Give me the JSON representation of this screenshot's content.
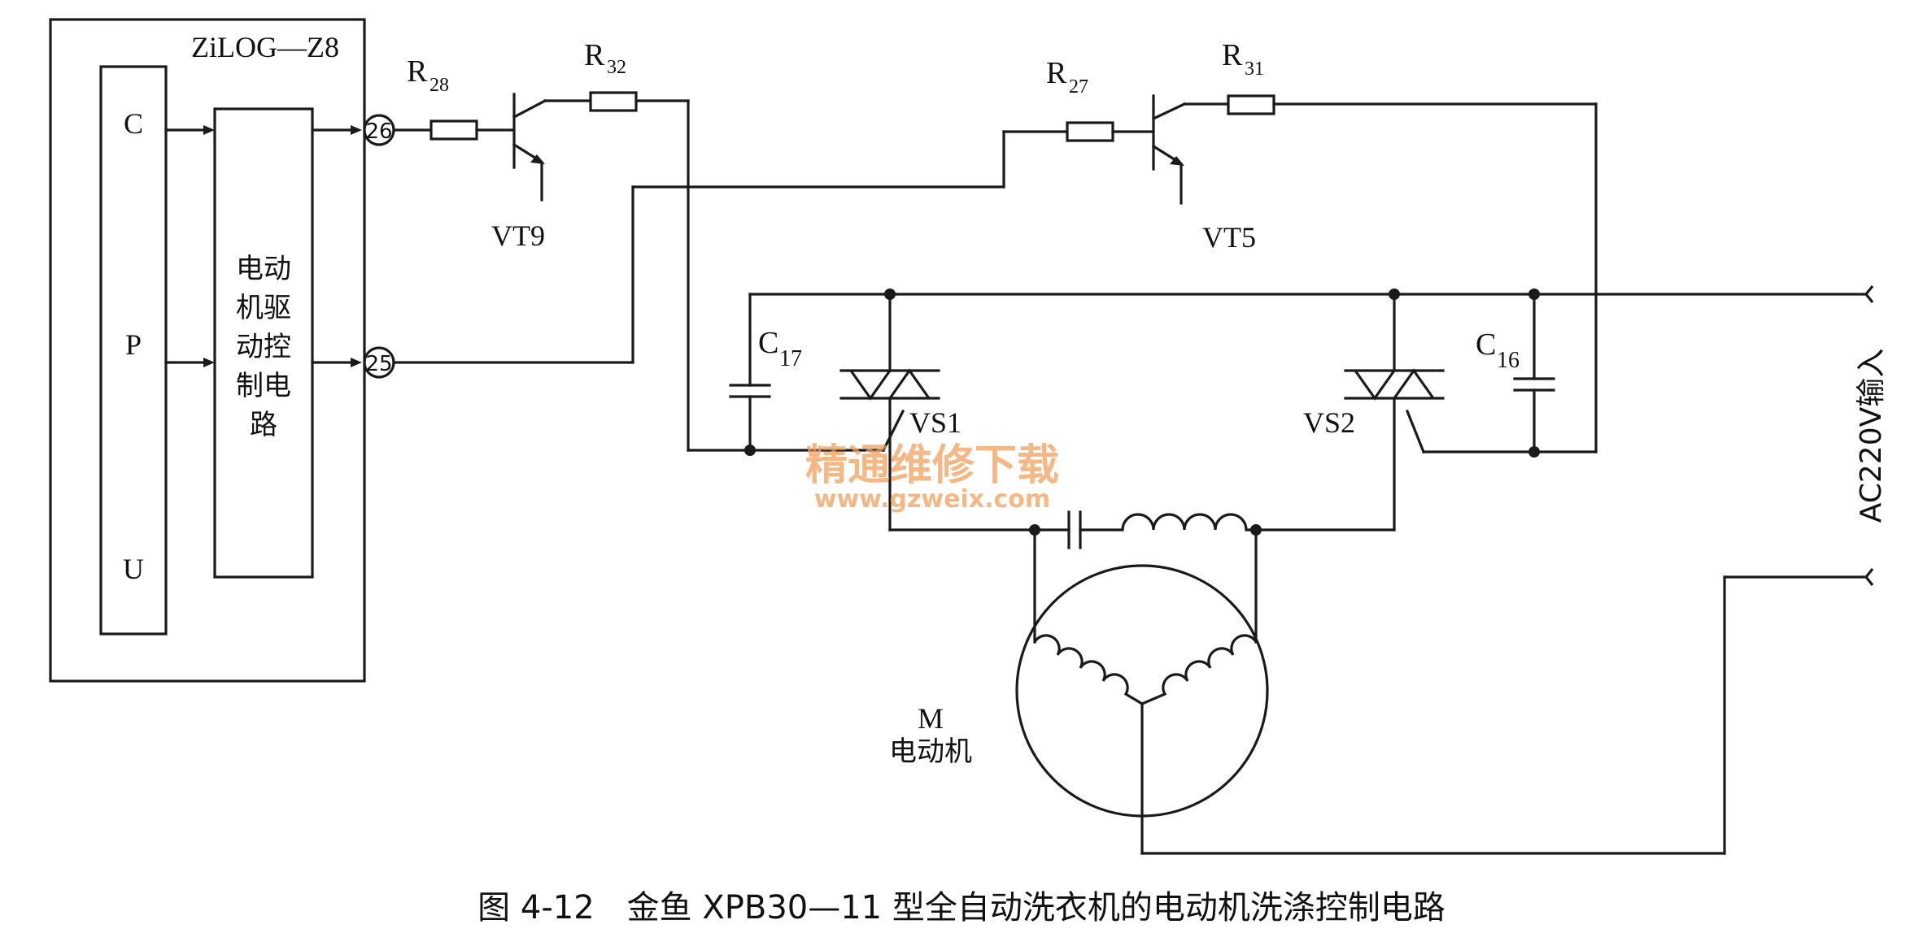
{
  "mcu": {
    "title": "ZiLOG—Z8",
    "cpu_letters": [
      "C",
      "P",
      "U"
    ],
    "driver_lines": [
      "电动",
      "机驱",
      "动控",
      "制电",
      "路"
    ],
    "pins": [
      "26",
      "25"
    ]
  },
  "transistors": [
    {
      "label": "VT9"
    },
    {
      "label": "VT5"
    }
  ],
  "resistors": [
    {
      "letter": "R",
      "sub": "28"
    },
    {
      "letter": "R",
      "sub": "32"
    },
    {
      "letter": "R",
      "sub": "27"
    },
    {
      "letter": "R",
      "sub": "31"
    }
  ],
  "capacitors": [
    {
      "letter": "C",
      "sub": "17"
    },
    {
      "letter": "C",
      "sub": "16"
    }
  ],
  "triacs": [
    {
      "label": "VS1"
    },
    {
      "label": "VS2"
    }
  ],
  "motor": {
    "symbol": "M",
    "name": "电动机"
  },
  "supply": {
    "label": "AC220V输入"
  },
  "watermark": {
    "line1": "精通维修下载",
    "line2": "www.gzweix.com",
    "color": "#f2a05a"
  },
  "caption": "图 4-12　金鱼 XPB30—11 型全自动洗衣机的电动机洗涤控制电路"
}
